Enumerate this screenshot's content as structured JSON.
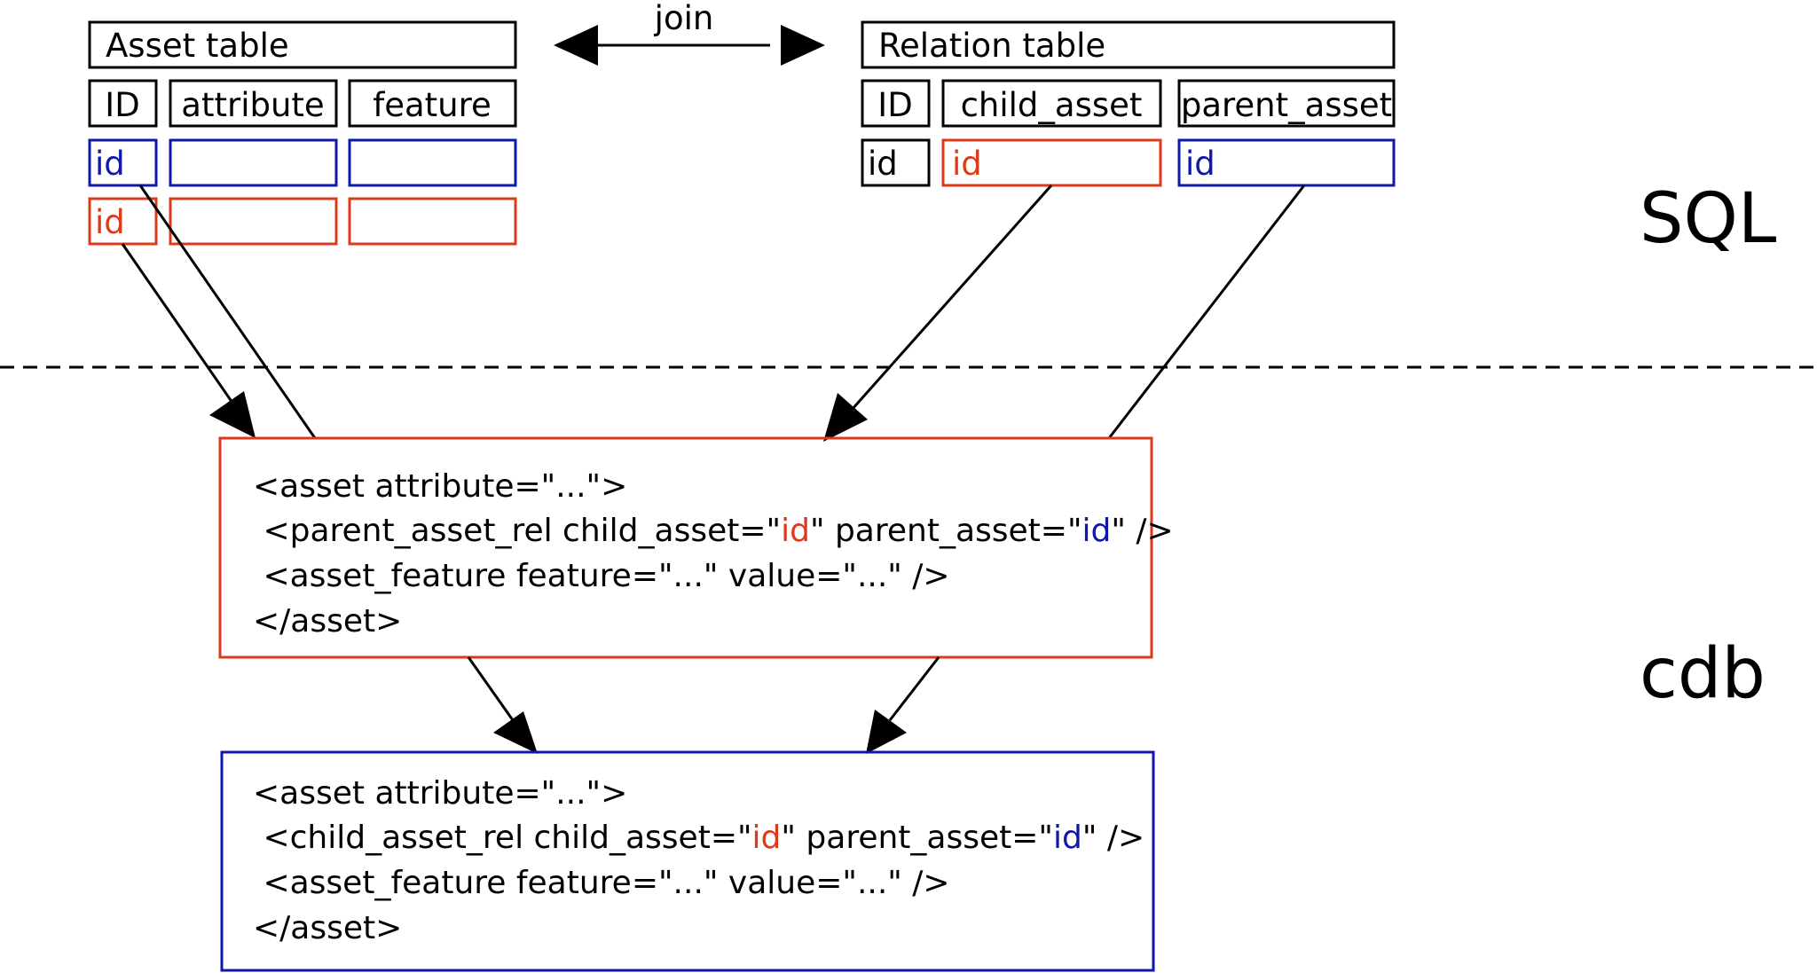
{
  "colors": {
    "black": "#000000",
    "red": "#dd3a1c",
    "blue": "#1018a8"
  },
  "join_label": "join",
  "asset_table": {
    "title": "Asset table",
    "headers": [
      "ID",
      "attribute",
      "feature"
    ],
    "row_blue_id": "id",
    "row_red_id": "id"
  },
  "relation_table": {
    "title": "Relation table",
    "headers": [
      "ID",
      "child_asset",
      "parent_asset"
    ],
    "row": [
      "id",
      "id",
      "id"
    ]
  },
  "regions": {
    "sql": "SQL",
    "cdb": "cdb"
  },
  "red_block": {
    "line1": "<asset attribute=\"...\">",
    "line2_a": " <parent_asset_rel child_asset=\"",
    "line2_id1": "id",
    "line2_b": "\" parent_asset=\"",
    "line2_id2": "id",
    "line2_c": "\" />",
    "line3": " <asset_feature feature=\"...\" value=\"...\" />",
    "line4": "</asset>"
  },
  "blue_block": {
    "line1": "<asset attribute=\"...\">",
    "line2_a": " <child_asset_rel child_asset=\"",
    "line2_id1": "id",
    "line2_b": "\" parent_asset=\"",
    "line2_id2": "id",
    "line2_c": "\" />",
    "line3": " <asset_feature feature=\"...\" value=\"...\" />",
    "line4": "</asset>"
  }
}
